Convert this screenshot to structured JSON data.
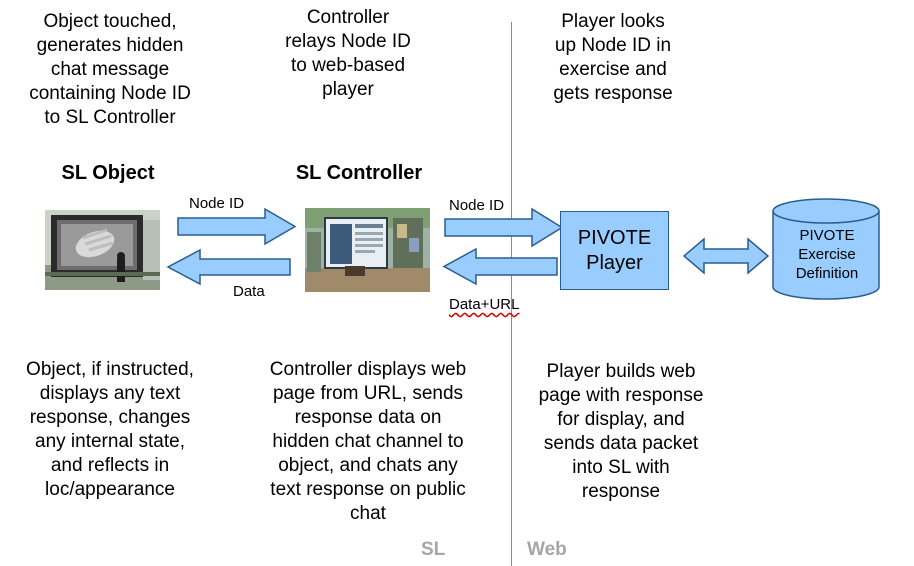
{
  "captions": {
    "top_left": "Object touched,\ngenerates hidden\nchat message\ncontaining Node ID\nto SL Controller",
    "top_middle": "Controller\nrelays Node ID\nto web-based\nplayer",
    "top_right": "Player looks\nup Node ID in\nexercise and\ngets response",
    "bottom_left": "Object, if instructed,\ndisplays any text\nresponse, changes\nany internal state,\nand reflects in\nloc/appearance",
    "bottom_middle": "Controller displays web\npage from URL, sends\nresponse data on\nhidden chat channel to\nobject, and chats any\ntext response on public\nchat",
    "bottom_right": "Player builds web\npage with response\nfor display, and\nsends data packet\ninto SL with\nresponse"
  },
  "nodes": {
    "sl_object_title": "SL Object",
    "sl_controller_title": "SL Controller",
    "player_line1": "PIVOTE",
    "player_line2": "Player",
    "db_line1": "PIVOTE",
    "db_line2": "Exercise",
    "db_line3": "Definition"
  },
  "arrows": {
    "obj_to_ctrl": "Node ID",
    "ctrl_to_obj": "Data",
    "ctrl_to_player": "Node ID",
    "player_to_ctrl": "Data+URL"
  },
  "regions": {
    "left": "SL",
    "right": "Web"
  },
  "colors": {
    "arrow_fill": "#99ccff",
    "arrow_stroke": "#2a5d8f",
    "divider": "#8c8c8c",
    "region_label": "#a6a6a6"
  }
}
